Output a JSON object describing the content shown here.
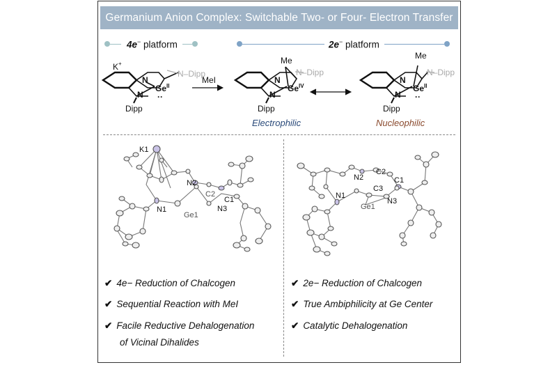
{
  "banner": {
    "title": "Germanium Anion Complex: Switchable Two- or Four- Electron Transfer"
  },
  "platforms": {
    "left": "4e",
    "left_suffix": " platform",
    "right": "2e",
    "right_suffix": " platform",
    "sup": "−"
  },
  "scheme": {
    "k_label": "K",
    "k_sup": "+",
    "n": "N",
    "dipp": "Dipp",
    "n_dipp": "N–Dipp",
    "ge": "Ge",
    "ge2": "II",
    "ge4": "IV",
    "me": "Me",
    "mei": "MeI",
    "lone_pair": "··"
  },
  "tags": {
    "electrophilic": "Electrophilic",
    "nucleophilic": "Nucleophilic"
  },
  "colors": {
    "banner": "#9fb3c6",
    "electrophilic": "#2a4a7a",
    "nucleophilic": "#8a4a2e"
  },
  "crystal_left": {
    "k1": "K1",
    "n1": "N1",
    "n2": "N2",
    "n3": "N3",
    "c1": "C1",
    "c2": "C2",
    "ge1": "Ge1"
  },
  "crystal_right": {
    "n1": "N1",
    "n2": "N2",
    "n3": "N3",
    "c1": "C1",
    "c2": "C2",
    "c3": "C3",
    "ge1": "Ge1"
  },
  "bullets_left": [
    {
      "check": "✔",
      "text": "4e− Reduction of Chalcogen"
    },
    {
      "check": "✔",
      "text": "Sequential Reaction with MeI"
    },
    {
      "check": "✔",
      "text": "Facile Reductive Dehalogenation"
    },
    {
      "check": "",
      "text": "of Vicinal Dihalides"
    }
  ],
  "bullets_right": [
    {
      "check": "✔",
      "text": "2e− Reduction of Chalcogen"
    },
    {
      "check": "✔",
      "text": "True Ambiphilicity at Ge Center"
    },
    {
      "check": "✔",
      "text": "Catalytic Dehalogenation"
    }
  ]
}
